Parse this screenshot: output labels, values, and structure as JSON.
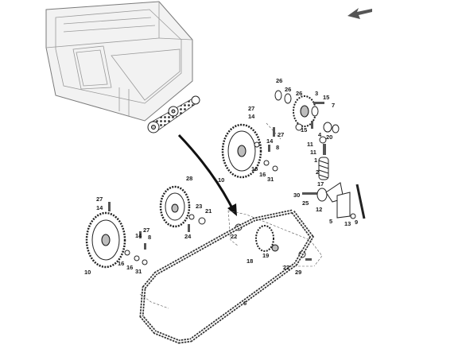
{
  "colors": {
    "arrow": "#555555",
    "line": "#222222",
    "frame": "#7a7a7a",
    "chain": "#333333"
  },
  "icons": {
    "view_direction": "view-direction-arrow-icon",
    "pointer": "callout-curved-arrow-icon"
  },
  "labels": {
    "l26a": "26",
    "l26b": "26",
    "l26c": "26",
    "l3": "3",
    "l15a": "15",
    "l7": "7",
    "l15b": "15",
    "l4a": "4",
    "l20": "20",
    "l11a": "11",
    "l11b": "11",
    "l1": "1",
    "l2": "2",
    "l27a": "27",
    "l14a": "14",
    "l27b": "27",
    "l14b": "14",
    "l8a": "8",
    "l10a": "10",
    "l16a": "16",
    "l16b": "16",
    "l31a": "31",
    "l28": "28",
    "l23": "23",
    "l21": "21",
    "l24": "24",
    "l30": "30",
    "l17": "17",
    "l25": "25",
    "l12": "12",
    "l5": "5",
    "l13": "13",
    "l9": "9",
    "l27c": "27",
    "l14c": "14",
    "l27d": "27",
    "l14d": "14",
    "l8b": "8",
    "l22a": "22",
    "l19": "19",
    "l18": "18",
    "l22b": "22",
    "l29": "29",
    "l10b": "10",
    "l16c": "16",
    "l16d": "16",
    "l31b": "31",
    "l6": "6"
  }
}
